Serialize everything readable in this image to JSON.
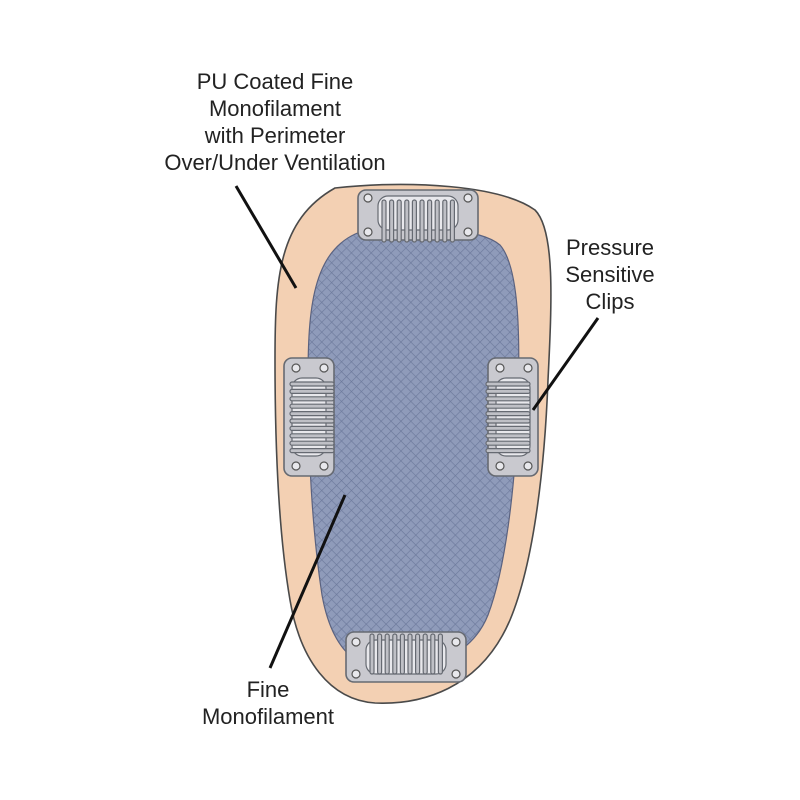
{
  "labels": {
    "pu_coated": {
      "lines": [
        "PU Coated Fine",
        "Monofilament",
        "with Perimeter",
        "Over/Under Ventilation"
      ]
    },
    "pressure_clips": {
      "lines": [
        "Pressure",
        "Sensitive",
        "Clips"
      ]
    },
    "fine_mono": {
      "lines": [
        "Fine",
        "Monofilament"
      ]
    }
  },
  "colors": {
    "base_skin": "#f3d0b3",
    "mesh_blue": "#8f9bba",
    "mesh_line": "#6d7a9c",
    "clip_fill": "#c9c9cf",
    "clip_stroke": "#666a72",
    "outline": "#4a4a4a",
    "leader_line": "#111111"
  }
}
